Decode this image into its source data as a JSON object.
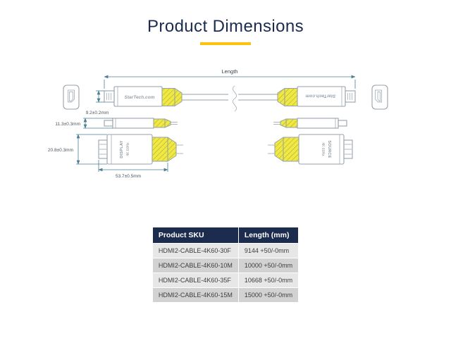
{
  "title": "Product Dimensions",
  "diagram": {
    "length_label": "Length",
    "brand": "StarTech.com",
    "dims": {
      "tip": "9.2±0.2mm",
      "top_height": "11.3±0.3mm",
      "side_height": "20.8±0.3mm",
      "body_length": "53.7±0.5mm"
    },
    "left_port": {
      "label": "DISPLAY",
      "sub": "4K 60Hz"
    },
    "right_port": {
      "label": "SOURCE",
      "sub": "4K 60Hz"
    }
  },
  "table": {
    "headers": [
      "Product SKU",
      "Length (mm)"
    ],
    "rows": [
      {
        "sku": "HDMI2-CABLE-4K60-30F",
        "length": "9144 +50/-0mm"
      },
      {
        "sku": "HDMI2-CABLE-4K60-10M",
        "length": "10000 +50/-0mm"
      },
      {
        "sku": "HDMI2-CABLE-4K60-35F",
        "length": "10668 +50/-0mm"
      },
      {
        "sku": "HDMI2-CABLE-4K60-15M",
        "length": "15000 +50/-0mm"
      }
    ]
  },
  "colors": {
    "accent": "#ffc20e",
    "navy": "#1b2c4f",
    "boot": "#f1e93e",
    "outline": "#97a1ab",
    "dim": "#4e7f95"
  }
}
